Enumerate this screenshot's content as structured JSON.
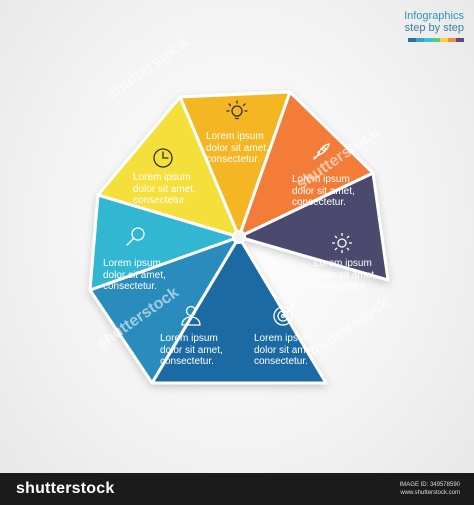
{
  "header": {
    "line1": "Infographics",
    "line2": "step by step",
    "strip_colors": [
      "#2a6fa8",
      "#3aa0c6",
      "#37c0d6",
      "#59c68f",
      "#f7d23a",
      "#f28c3a",
      "#5e4b7a"
    ]
  },
  "diagram": {
    "segments": [
      {
        "color": "#f4b623",
        "icon": "lightbulb-icon",
        "line1": "Lorem ipsum",
        "line2": "dolor sit amet,",
        "line3": "consectetur."
      },
      {
        "color": "#f27b37",
        "icon": "rocket-icon",
        "line1": "Lorem ipsum",
        "line2": "dolor sit amet,",
        "line3": "consectetur."
      },
      {
        "color": "#4c4a6e",
        "icon": "gear-icon",
        "line1": "Lorem ipsum",
        "line2": "dolor sit amet,",
        "line3": "consectetur."
      },
      {
        "color": "#1c6aa3",
        "icon": "target-icon",
        "line1": "Lorem ipsum",
        "line2": "dolor sit amet,",
        "line3": "consectetur."
      },
      {
        "color": "#2a8cbc",
        "icon": "user-icon",
        "line1": "Lorem ipsum",
        "line2": "dolor sit amet,",
        "line3": "consectetur."
      },
      {
        "color": "#30b7d2",
        "icon": "search-icon",
        "line1": "Lorem ipsum",
        "line2": "dolor sit amet,",
        "line3": "consectetur."
      },
      {
        "color": "#f5df3a",
        "icon": "clock-icon",
        "line1": "Lorem ipsum",
        "line2": "dolor sit amet,",
        "line3": "consectetur."
      }
    ]
  },
  "watermark": "shutterstock",
  "footer": {
    "logo": "shutterstock",
    "image_id": "IMAGE ID: 349578590",
    "site": "www.shutterstock.com"
  }
}
